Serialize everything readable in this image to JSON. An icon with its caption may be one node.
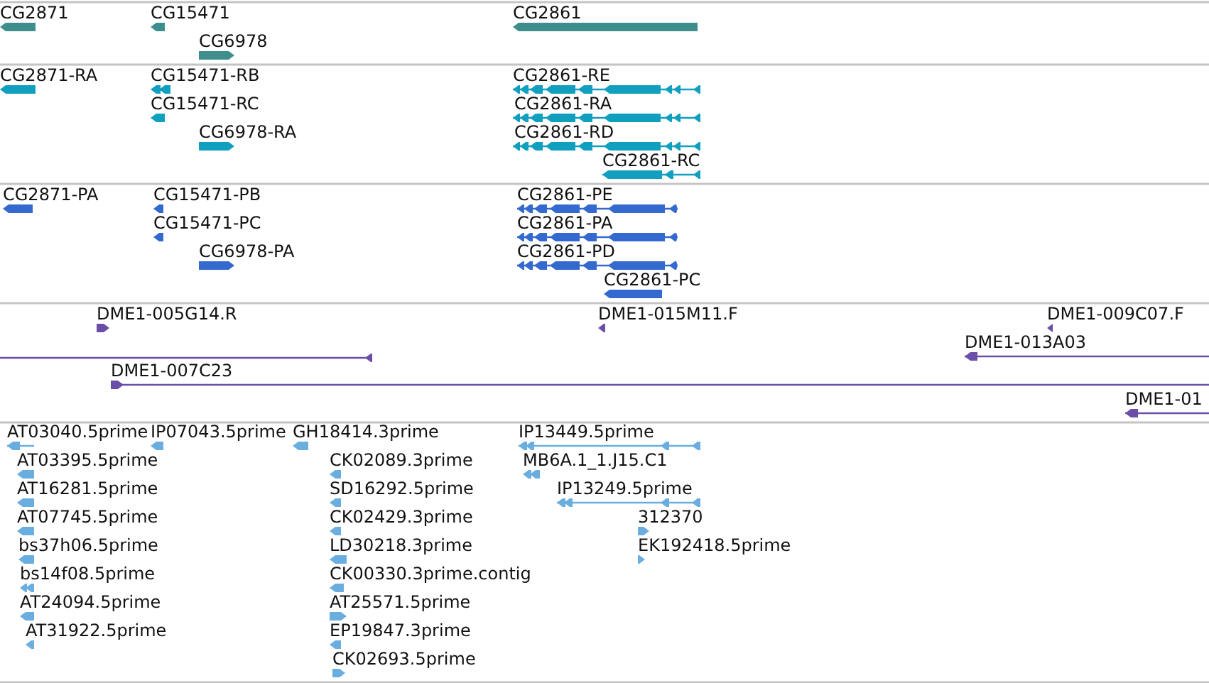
{
  "diagram": {
    "labels": [
      "CG2871",
      "CG15471",
      "CG6978",
      "CG2861",
      "CG2871-RA",
      "CG15471-RB",
      "CG15471-RC",
      "CG6978-RA",
      "CG2861-RE",
      "CG2861-RA",
      "CG2861-RD",
      "CG2861-RC",
      "CG2871-PA",
      "CG15471-PB",
      "CG15471-PC",
      "CG6978-PA",
      "CG2861-PE",
      "CG2861-PA",
      "CG2861-PD",
      "CG2861-PC",
      "DME1-005G14.R",
      "DME1-015M11.F",
      "DME1-009C07.F",
      "DME1-013A03",
      "DME1-007C23",
      "DME1-01",
      "AT03040.5prime",
      "IP07043.5prime",
      "GH18414.3prime",
      "IP13449.5prime",
      "AT03395.5prime",
      "CK02089.3prime",
      "MB6A.1_1.J15.C1",
      "AT16281.5prime",
      "SD16292.5prime",
      "IP13249.5prime",
      "AT07745.5prime",
      "CK02429.3prime",
      "312370",
      "bs37h06.5prime",
      "LD30218.3prime",
      "EK192418.5prime",
      "bs14f08.5prime",
      "CK00330.3prime.contig",
      "AT24094.5prime",
      "AT25571.5prime",
      "AT31922.5prime",
      "EP19847.3prime",
      "CK02693.5prime"
    ]
  }
}
